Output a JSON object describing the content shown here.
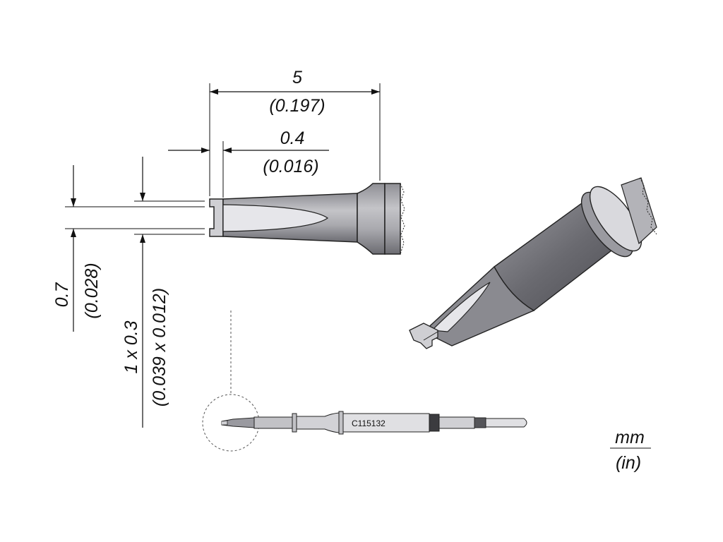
{
  "diagram": {
    "dimensions": {
      "overall_length": {
        "mm": "5",
        "in": "(0.197)"
      },
      "slot_depth": {
        "mm": "0.4",
        "in": "(0.016)"
      },
      "blade_width": {
        "mm": "0.7",
        "in": "(0.028)"
      },
      "slot_size": {
        "mm": "1 x 0.3",
        "in": "(0.039 x 0.012)"
      }
    },
    "part_number": "C115132",
    "units": {
      "primary": "mm",
      "secondary": "(in)"
    },
    "colors": {
      "tip_gray": "#b0b0b5",
      "tip_dark": "#5a5a60",
      "tip_light": "#e8e8ec",
      "outline": "#222222",
      "band_dark": "#444444"
    }
  }
}
